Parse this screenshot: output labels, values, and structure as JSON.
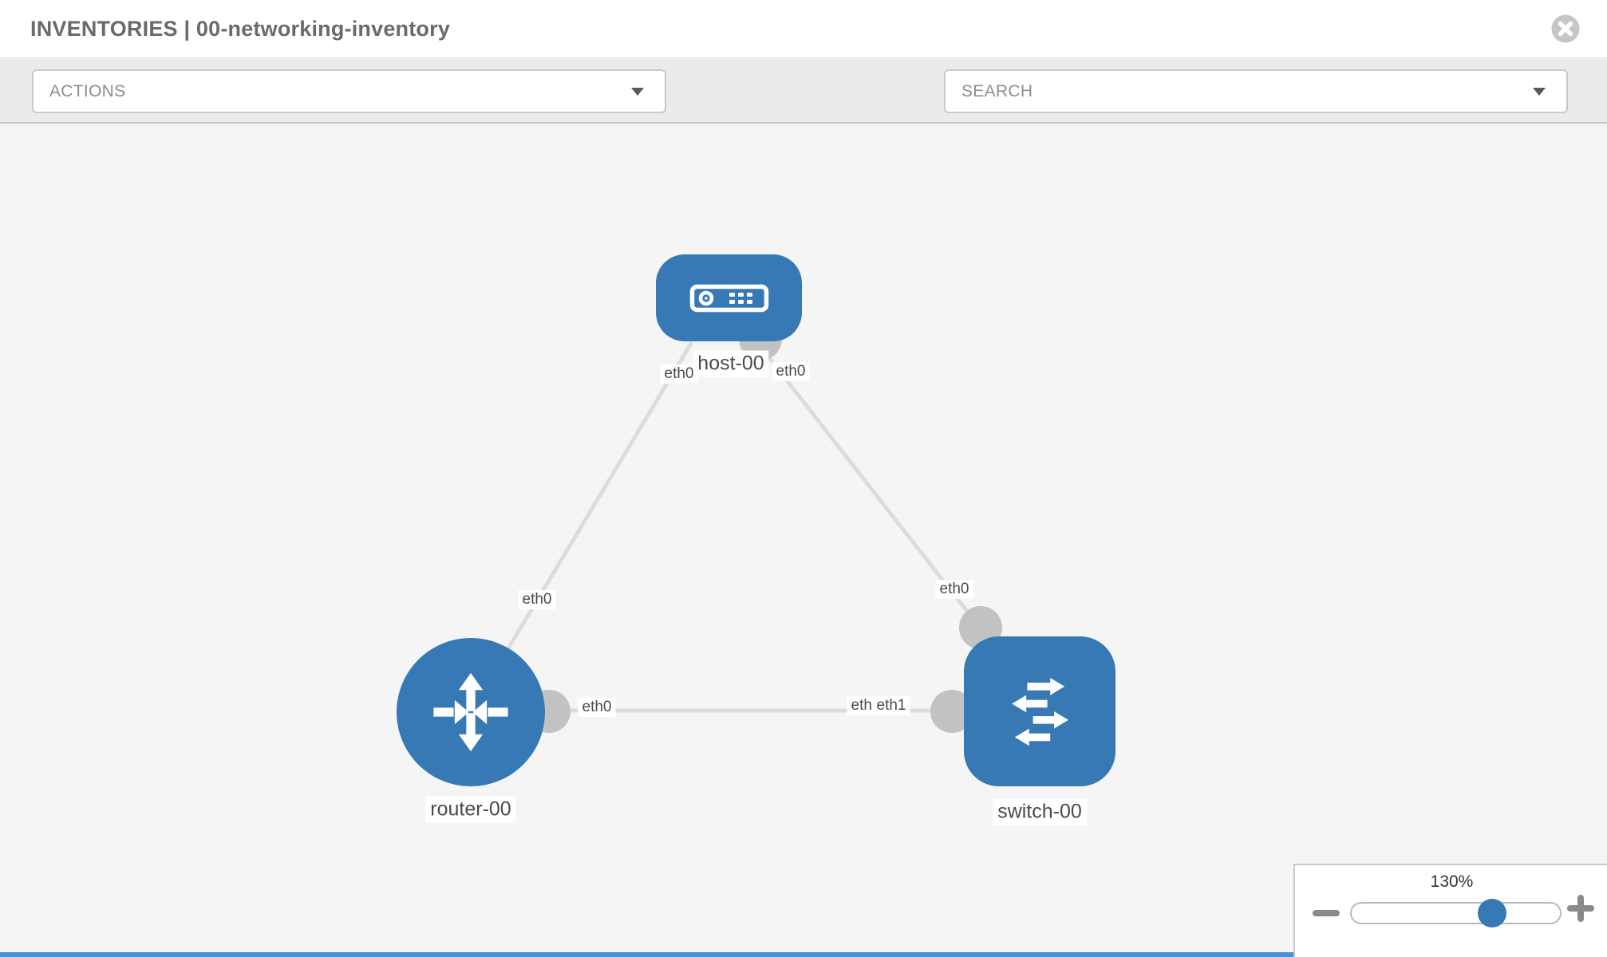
{
  "header": {
    "title": "INVENTORIES | 00-networking-inventory"
  },
  "toolbar": {
    "actions_label": "ACTIONS",
    "search_label": "SEARCH",
    "icons": [
      "wrench-icon",
      "key-icon",
      "caret-down-icon"
    ]
  },
  "canvas": {
    "nodes": [
      {
        "label": "host-00",
        "type": "host"
      },
      {
        "label": "router-00",
        "type": "router"
      },
      {
        "label": "switch-00",
        "type": "switch"
      }
    ],
    "links": [
      {
        "source": "host-00",
        "source_interface": "eth0",
        "target": "router-00",
        "target_interface": "eth0"
      },
      {
        "source": "host-00",
        "source_interface": "eth0",
        "target": "switch-00",
        "target_interface": "eth0"
      },
      {
        "source": "router-00",
        "source_interface": "eth0",
        "target": "switch-00",
        "target_interface": "eth1"
      }
    ],
    "interface_labels": {
      "host_left": "eth0",
      "host_right": "eth0",
      "host_router_mid": "eth0",
      "host_switch_end": "eth0",
      "router_switch_start": "eth0",
      "router_switch_end_back": "eth0",
      "router_switch_end_front": "eth1"
    }
  },
  "zoom_control": {
    "level": "130%"
  },
  "colors": {
    "node_blue": "#3779b5",
    "link_gray": "#dcdcdc",
    "bubble_gray": "#c2c2c2",
    "toolbar_gray": "#ebebeb",
    "canvas_gray": "#f5f5f5",
    "accent_bar_blue": "#4a90d2"
  }
}
